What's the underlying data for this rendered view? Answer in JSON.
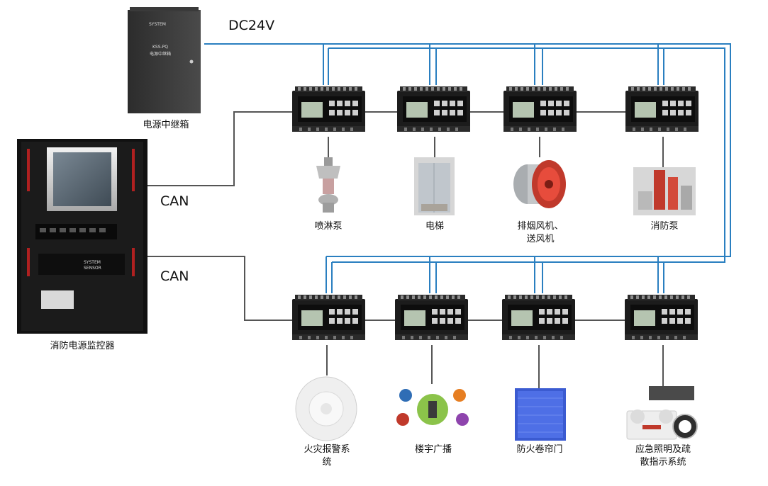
{
  "labels": {
    "dc24v": "DC24V",
    "can_top": "CAN",
    "can_bottom": "CAN",
    "power_relay_box": "电源中继箱",
    "monitor": "消防电源监控器"
  },
  "devices_top": [
    {
      "line1": "喷淋泵",
      "line2": ""
    },
    {
      "line1": "电梯",
      "line2": ""
    },
    {
      "line1": "排烟风机、",
      "line2": "送风机"
    },
    {
      "line1": "消防泵",
      "line2": ""
    }
  ],
  "devices_bottom": [
    {
      "line1": "火灾报警系",
      "line2": "统"
    },
    {
      "line1": "楼宇广播",
      "line2": ""
    },
    {
      "line1": "防火卷帘门",
      "line2": ""
    },
    {
      "line1": "应急照明及疏",
      "line2": "散指示系统"
    }
  ],
  "brand": {
    "line1": "SYSTEM",
    "line2": "SENSOR"
  },
  "relay_box_text": {
    "model": "KSS-PQ",
    "name": "电源中继箱"
  },
  "colors": {
    "dc_line": "#2a7fc0",
    "can_line": "#555555",
    "module": "#1a1a1a"
  }
}
